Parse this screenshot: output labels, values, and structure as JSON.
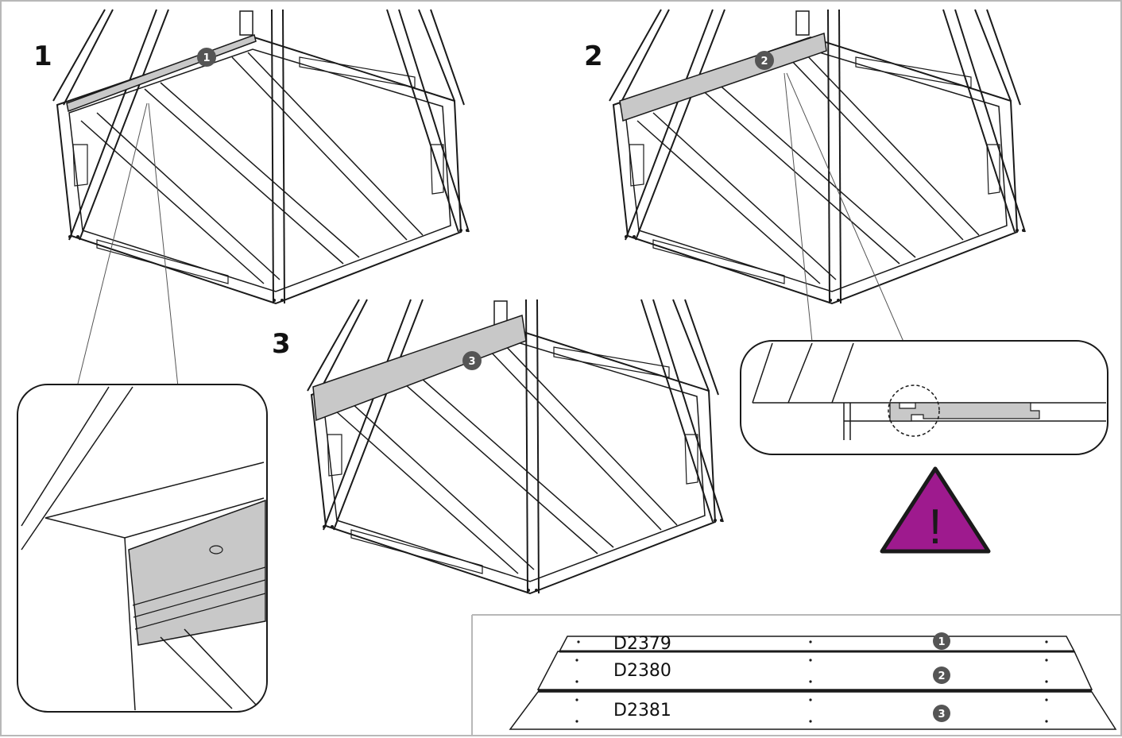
{
  "steps": [
    {
      "number": "1",
      "part_marker": "1"
    },
    {
      "number": "2",
      "part_marker": "2"
    },
    {
      "number": "3",
      "part_marker": "3"
    }
  ],
  "parts_table": {
    "rows": [
      {
        "code": "D2379",
        "marker": "1"
      },
      {
        "code": "D2380",
        "marker": "2"
      },
      {
        "code": "D2381",
        "marker": "3"
      }
    ]
  },
  "warning": {
    "symbol": "!",
    "icon": "warning-triangle-icon",
    "color": "#9e1a8e"
  },
  "colors": {
    "line": "#1a1a1a",
    "panel_fill": "#c8c8c8",
    "badge": "#555555",
    "border": "#b8b8b8"
  }
}
